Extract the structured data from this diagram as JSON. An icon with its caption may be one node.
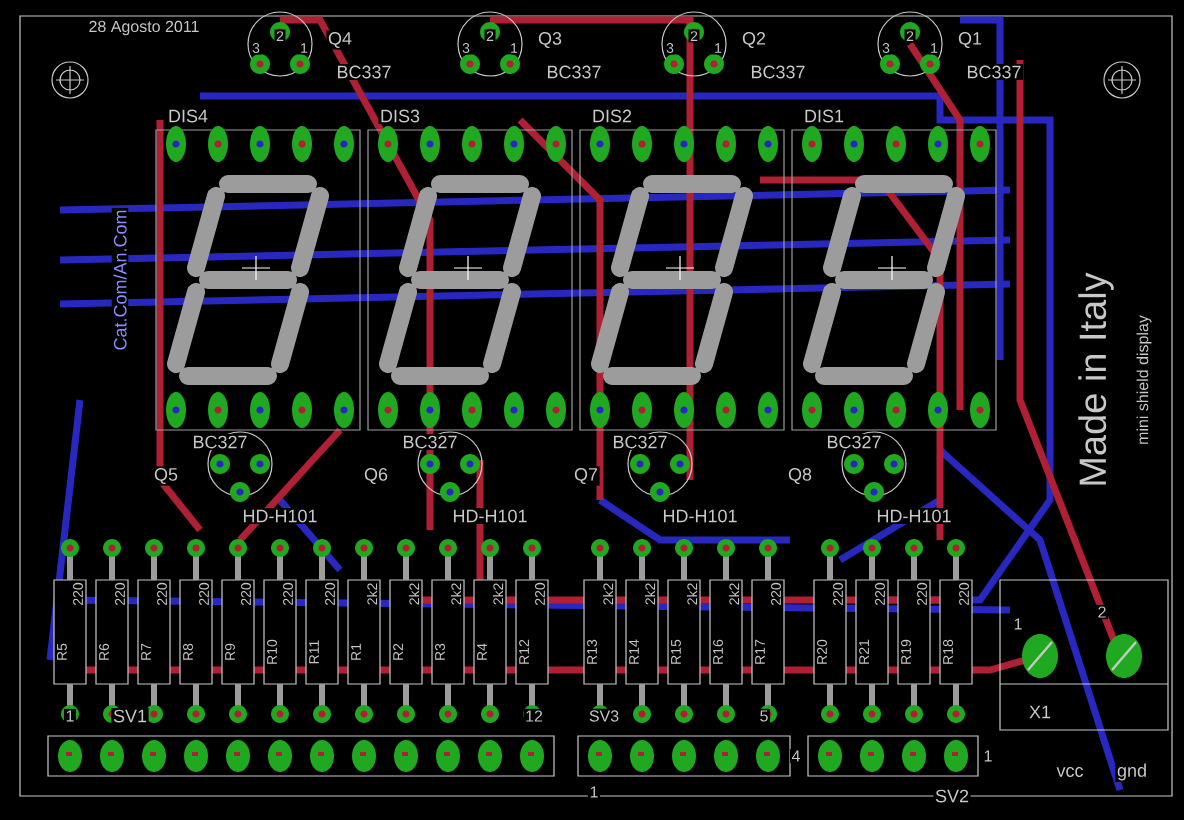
{
  "diagram": {
    "labels": [
      "28 Agosto 2011",
      "3",
      "2",
      "1",
      "Q4",
      "BC337",
      "3",
      "2",
      "1",
      "Q3",
      "BC337",
      "3",
      "2",
      "1",
      "Q2",
      "BC337",
      "3",
      "2",
      "1",
      "Q1",
      "BC337",
      "DIS4",
      "DIS3",
      "DIS2",
      "DIS1",
      "BC327",
      "Q5",
      "BC327",
      "Q6",
      "BC327",
      "Q7",
      "BC327",
      "Q8",
      "HD-H101",
      "HD-H101",
      "HD-H101",
      "HD-H101",
      "R5",
      "220",
      "R6",
      "220",
      "R7",
      "220",
      "R8",
      "220",
      "R9",
      "220",
      "R10",
      "220",
      "R11",
      "220",
      "R1",
      "2k2",
      "R2",
      "2k2",
      "R3",
      "2k2",
      "R4",
      "2k2",
      "R12",
      "220",
      "R13",
      "2k2",
      "R14",
      "2k2",
      "R15",
      "2k2",
      "R16",
      "2k2",
      "R17",
      "220",
      "R20",
      "220",
      "R21",
      "220",
      "R19",
      "220",
      "R18",
      "220",
      "1",
      "SV1",
      "12",
      "SV3",
      "5",
      "1",
      "4",
      "1",
      "SV2",
      "1",
      "2",
      "X1",
      "vcc",
      "gnd",
      "Made in Italy",
      "mini shield display",
      "Cat.Com/An.Com"
    ]
  }
}
